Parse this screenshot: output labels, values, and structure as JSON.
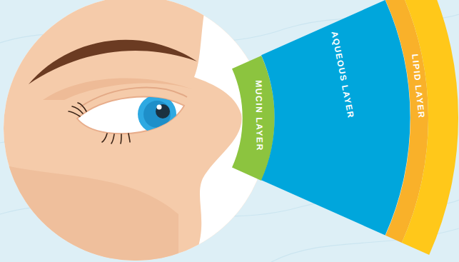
{
  "diagram": {
    "nodes": [
      {
        "text": [
          "MUCIN LAYER"
        ]
      },
      {
        "text": [
          "AQUEOUS LAYER"
        ]
      },
      {
        "text": [
          "LIPID LAYER"
        ]
      }
    ]
  }
}
